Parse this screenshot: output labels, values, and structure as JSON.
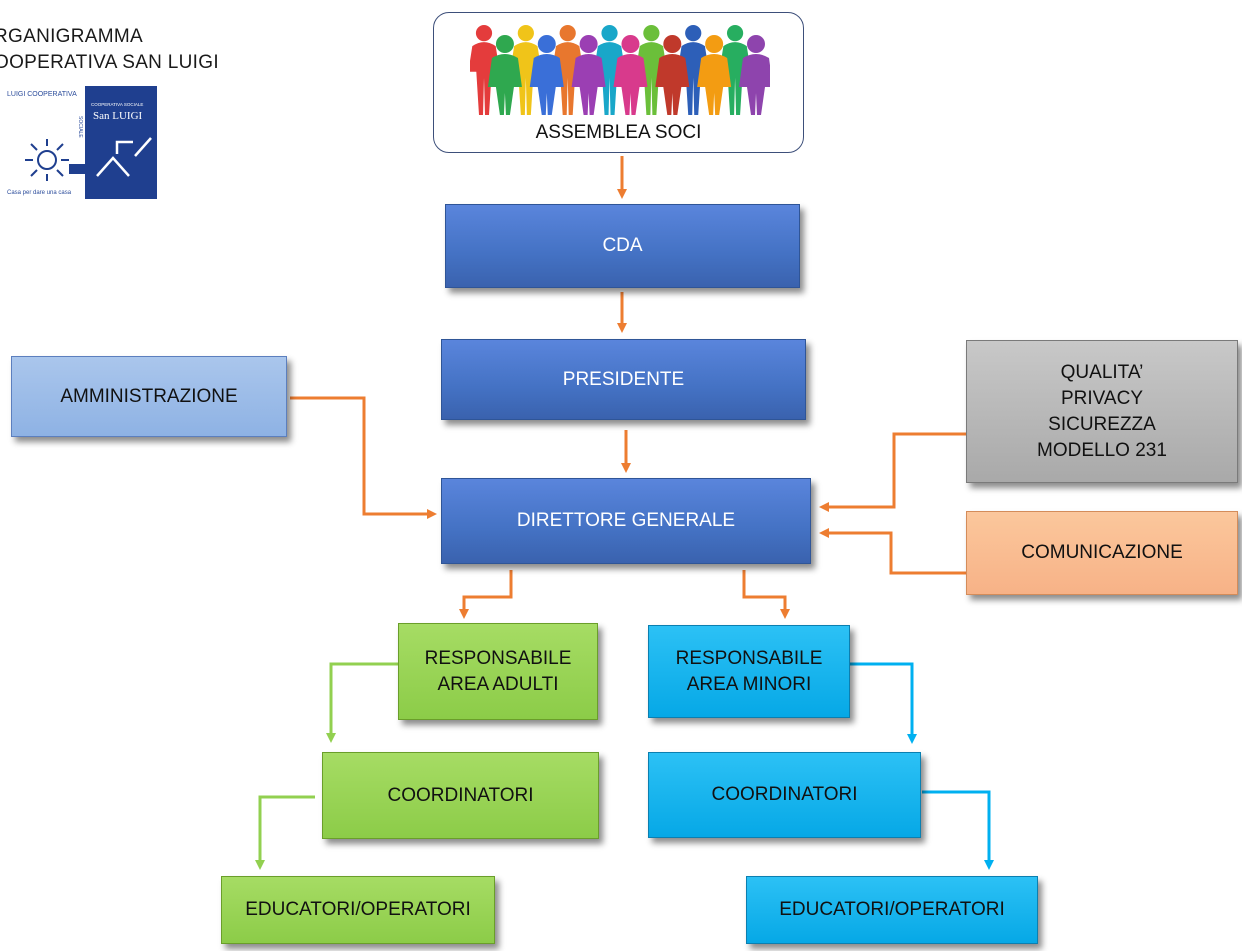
{
  "header": {
    "title_line1": "RGANIGRAMMA",
    "title_line2": "OOPERATIVA SAN LUIGI"
  },
  "logo": {
    "top_text": "LUIGI COOPERATIVA",
    "side_text": "SOCIALE",
    "brand_small": "COOPERATIVA SOCIALE",
    "brand_name": "San LUIGI",
    "tagline": "Casa per dare una casa"
  },
  "nodes": {
    "assemblea": "ASSEMBLEA SOCI",
    "cda": "CDA",
    "presidente": "PRESIDENTE",
    "amministrazione": "AMMINISTRAZIONE",
    "qualita_lines": [
      "QUALITA’",
      "PRIVACY",
      "SICUREZZA",
      "MODELLO 231"
    ],
    "comunicazione": "COMUNICAZIONE",
    "direttore": "DIRETTORE GENERALE",
    "resp_adulti_lines": [
      "RESPONSABILE",
      "AREA ADULTI"
    ],
    "resp_minori_lines": [
      "RESPONSABILE",
      "AREA MINORI"
    ],
    "coord_adulti": "COORDINATORI",
    "coord_minori": "COORDINATORI",
    "edu_adulti": "EDUCATORI/OPERATORI",
    "edu_minori": "EDUCATORI/OPERATORI"
  },
  "colors": {
    "orange_connector": "#ed7d31",
    "green_connector": "#92d050",
    "cyan_connector": "#00b0f0",
    "blue_box": "#4472c4",
    "green_box": "#92d050",
    "cyan_box": "#00b0f0"
  },
  "people_colors": [
    "#e43c3c",
    "#2fa84f",
    "#f0c419",
    "#3a6fd8",
    "#e8772e",
    "#9b3fb3",
    "#19a7c9",
    "#d83a8c",
    "#6bbf3a",
    "#c0392b",
    "#2d5fb8",
    "#f39c12",
    "#27ae60",
    "#8e44ad"
  ]
}
